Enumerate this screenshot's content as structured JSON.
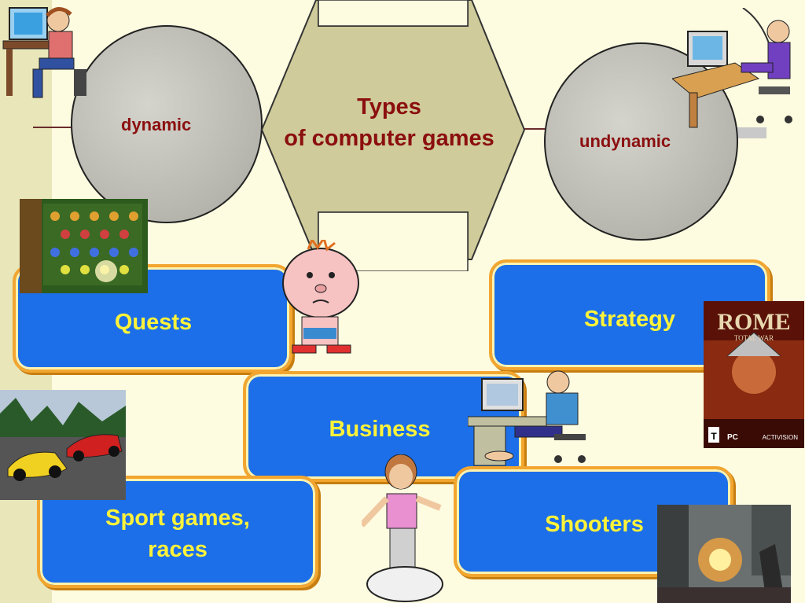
{
  "diagram": {
    "center": {
      "title_line1": "Types",
      "title_line2": "of computer games"
    },
    "left_circle": {
      "label": "dynamic"
    },
    "right_circle": {
      "label": "undynamic"
    },
    "categories": {
      "quests": "Quests",
      "strategy": "Strategy",
      "business": "Business",
      "sport_line1": "Sport games,",
      "sport_line2": "races",
      "shooters": "Shooters"
    },
    "images": {
      "rome_cover": {
        "title": "ROME",
        "subtitle": "TOTAL WAR",
        "rating": "T",
        "platform": "PC",
        "publisher": "ACTIVISION"
      }
    }
  },
  "colors": {
    "box_fill": "#1c6fe8",
    "box_border": "#f2a62f",
    "box_text": "#fff33a",
    "title_text": "#8b0f0f"
  }
}
